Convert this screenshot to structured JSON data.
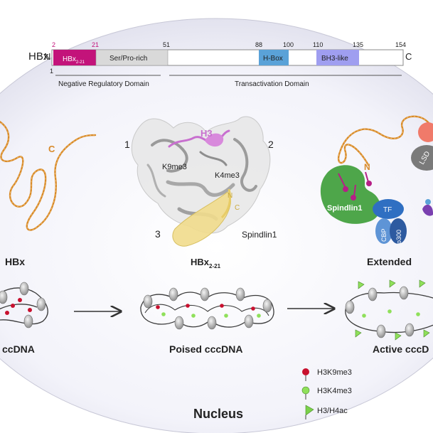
{
  "protein_bar": {
    "name": "HBx",
    "n_term": "N",
    "c_term": "C",
    "pos": {
      "p1": "1",
      "p2": "2",
      "p21": "21",
      "p51": "51",
      "p88": "88",
      "p100": "100",
      "p110": "110",
      "p135": "135",
      "p154": "154"
    },
    "domains": {
      "hbx": "HBx",
      "hbx_sub": "2-21",
      "ser_pro": "Ser/Pro-rich",
      "hbox": "H-Box",
      "bh3": "BH3-like"
    },
    "colors": {
      "hbx": "#c3137a",
      "ser_pro": "#d9d9d9",
      "hbox": "#5aa2d8",
      "bh3": "#9f9ef0"
    },
    "regions": {
      "negative": "Negative Regulatory Domain",
      "transactivation": "Transactivation Domain"
    }
  },
  "panels": {
    "left": {
      "c_label": "C",
      "caption": "HBx"
    },
    "middle": {
      "num1": "1",
      "num2": "2",
      "num3": "3",
      "h3": "H3",
      "k9": "K9me3",
      "k4": "K4me3",
      "n": "N",
      "c": "C",
      "spindlin": "Spindlin1",
      "caption": "HBx",
      "caption_sub": "2-21"
    },
    "right": {
      "n_label": "N",
      "spindlin": "Spindlin1",
      "tf": "TF",
      "cbp": "CBP",
      "p300": "p300",
      "lsd": "LSD",
      "caption": "Extended"
    }
  },
  "dna_row": {
    "left_caption": "ccDNA",
    "middle_caption": "Poised cccDNA",
    "right_caption": "Active cccD"
  },
  "legend": {
    "k9": {
      "label": "H3K9me3",
      "color": "#c8102e"
    },
    "k4": {
      "label": "H3K4me3",
      "color": "#8fe05a"
    },
    "ac": {
      "label": "H3/H4ac",
      "color": "#7ad14a"
    }
  },
  "nucleus_label": "Nucleus"
}
